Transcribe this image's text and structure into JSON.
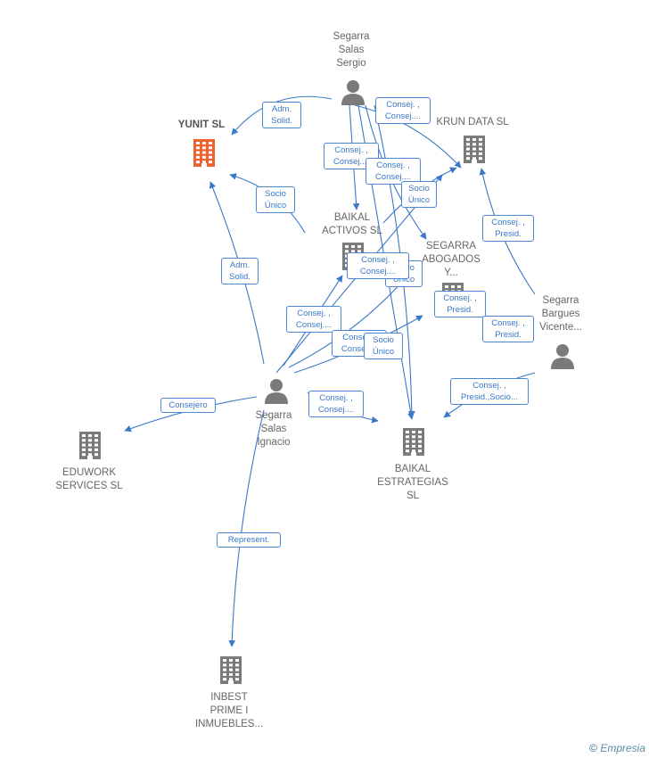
{
  "nodes": [
    {
      "id": "sergio",
      "type": "person",
      "lines": [
        "Segarra",
        "Salas",
        "Sergio"
      ]
    },
    {
      "id": "yunit",
      "type": "company-main",
      "lines": [
        "YUNIT  SL"
      ]
    },
    {
      "id": "krun",
      "type": "company",
      "lines": [
        "KRUN DATA  SL"
      ]
    },
    {
      "id": "baikal_activos",
      "type": "company",
      "lines": [
        "BAIKAL",
        "ACTIVOS  SL"
      ]
    },
    {
      "id": "segarra_abogados",
      "type": "company",
      "lines": [
        "SEGARRA",
        "ABOGADOS",
        "Y..."
      ]
    },
    {
      "id": "vicente",
      "type": "person",
      "lines": [
        "Segarra",
        "Bargues",
        "Vicente..."
      ]
    },
    {
      "id": "ignacio",
      "type": "person",
      "lines": [
        "Segarra",
        "Salas",
        "Ignacio"
      ]
    },
    {
      "id": "eduwork",
      "type": "company",
      "lines": [
        "EDUWORK",
        "SERVICES  SL"
      ]
    },
    {
      "id": "baikal_estrategias",
      "type": "company",
      "lines": [
        "BAIKAL",
        "ESTRATEGIAS",
        "SL"
      ]
    },
    {
      "id": "inbest",
      "type": "company",
      "lines": [
        "INBEST",
        "PRIME I",
        "INMUEBLES..."
      ]
    }
  ],
  "edge_labels": [
    {
      "id": "l1",
      "lines": [
        "Adm.",
        "Solid."
      ]
    },
    {
      "id": "l2",
      "lines": [
        "Consej. ,",
        "Consej...."
      ]
    },
    {
      "id": "l3",
      "lines": [
        "Consej. ,",
        "Consej...."
      ]
    },
    {
      "id": "l4",
      "lines": [
        "Consej. ,",
        "Consej...."
      ]
    },
    {
      "id": "l5",
      "lines": [
        "Socio",
        "Único"
      ]
    },
    {
      "id": "l6",
      "lines": [
        "Socio",
        "Único"
      ]
    },
    {
      "id": "l7",
      "lines": [
        "Consej. ,",
        "Presid."
      ]
    },
    {
      "id": "l8",
      "lines": [
        "Adm.",
        "Solid."
      ]
    },
    {
      "id": "l9",
      "lines": [
        "Socio",
        "Único"
      ]
    },
    {
      "id": "l10",
      "lines": [
        "Consej. ,",
        "Consej...."
      ]
    },
    {
      "id": "l11",
      "lines": [
        "Consej. ,",
        "Presid."
      ]
    },
    {
      "id": "l12",
      "lines": [
        "Consej. ,",
        "Presid."
      ]
    },
    {
      "id": "l13",
      "lines": [
        "Consej. ,",
        "Consej...."
      ]
    },
    {
      "id": "l14",
      "lines": [
        "Consej. ,",
        "Consej...."
      ]
    },
    {
      "id": "l15",
      "lines": [
        "Socio",
        "Único"
      ]
    },
    {
      "id": "l16",
      "lines": [
        "Consej. ,",
        "Presid.,Socio..."
      ]
    },
    {
      "id": "l17",
      "lines": [
        "Consejero"
      ]
    },
    {
      "id": "l18",
      "lines": [
        "Consej. ,",
        "Consej...."
      ]
    },
    {
      "id": "l19",
      "lines": [
        "Represent."
      ]
    }
  ],
  "footer": {
    "copyright": "©",
    "brand": "Empresia"
  },
  "colors": {
    "edge": "#3a78c8",
    "main_company": "#f0622d",
    "company": "#7a7a7a",
    "person": "#7a7a7a"
  }
}
